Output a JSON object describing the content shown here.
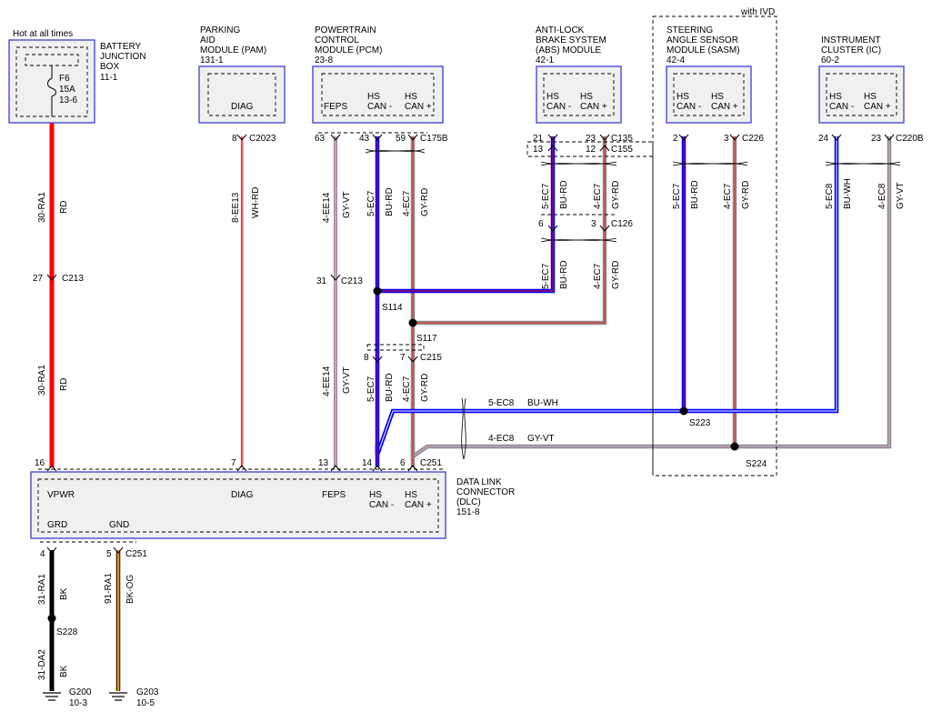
{
  "header": {
    "hot_note": "Hot at all times",
    "ivd_note": "with IVD"
  },
  "modules": {
    "bjb": {
      "title1": "BATTERY",
      "title2": "JUNCTION",
      "title3": "BOX",
      "ref": "11-1",
      "fuse": "F6",
      "amps": "15A",
      "fuse_ref": "13-6"
    },
    "pam": {
      "title1": "PARKING",
      "title2": "AID",
      "title3": "MODULE (PAM)",
      "ref": "131-1",
      "pin": "DIAG"
    },
    "pcm": {
      "title1": "POWERTRAIN",
      "title2": "CONTROL",
      "title3": "MODULE (PCM)",
      "ref": "23-8",
      "pin1": "FEPS",
      "pin2a": "HS",
      "pin2b": "CAN -",
      "pin3a": "HS",
      "pin3b": "CAN +"
    },
    "abs": {
      "title1": "ANTI-LOCK",
      "title2": "BRAKE SYSTEM",
      "title3": "(ABS) MODULE",
      "ref": "42-1",
      "pin1a": "HS",
      "pin1b": "CAN -",
      "pin2a": "HS",
      "pin2b": "CAN +"
    },
    "sasm": {
      "title1": "STEERING",
      "title2": "ANGLE SENSOR",
      "title3": "MODULE (SASM)",
      "ref": "42-4",
      "pin1a": "HS",
      "pin1b": "CAN -",
      "pin2a": "HS",
      "pin2b": "CAN +"
    },
    "ic": {
      "title1": "INSTRUMENT",
      "title2": "CLUSTER (IC)",
      "ref": "60-2",
      "pin1a": "HS",
      "pin1b": "CAN -",
      "pin2a": "HS",
      "pin2b": "CAN +"
    },
    "dlc": {
      "title1": "DATA LINK",
      "title2": "CONNECTOR",
      "title3": "(DLC)",
      "ref": "151-8",
      "vpwr": "VPWR",
      "diag": "DIAG",
      "feps": "FEPS",
      "canm_a": "HS",
      "canm_b": "CAN -",
      "canp_a": "HS",
      "canp_b": "CAN +",
      "grd": "GRD",
      "gnd": "GND"
    }
  },
  "connectors": {
    "c2023": "C2023",
    "c175b": "C175B",
    "c135": "C135",
    "c155": "C155",
    "c126": "C126",
    "c226": "C226",
    "c220b": "C220B",
    "c213a": "C213",
    "c213b": "C213",
    "c215": "C215",
    "c251a": "C251",
    "c251b": "C251"
  },
  "pins": {
    "p8": "8",
    "p63": "63",
    "p43": "43",
    "p59": "59",
    "p21": "21",
    "p23": "23",
    "p13": "13",
    "p12": "12",
    "p6": "6",
    "p3": "3",
    "p2": "2",
    "p3b": "3",
    "p24": "24",
    "p23b": "23",
    "p27": "27",
    "p31": "31",
    "p8b": "8",
    "p7": "7",
    "p16": "16",
    "p7b": "7",
    "p13b": "13",
    "p14": "14",
    "p6b": "6",
    "p4": "4",
    "p5": "5"
  },
  "wires": {
    "w1_id": "30-RA1",
    "w1_color": "RD",
    "w2_id": "30-RA1",
    "w2_color": "RD",
    "w3_id": "8-EE13",
    "w3_color": "WH-RD",
    "w4_id": "4-EE14",
    "w4_color": "GY-VT",
    "w5_id": "4-EE14",
    "w5_color": "GY-VT",
    "w6_id": "5-EC7",
    "w6_color": "BU-RD",
    "w7_id": "4-EC7",
    "w7_color": "GY-RD",
    "w8_id": "5-EC7",
    "w8_color": "BU-RD",
    "w9_id": "4-EC7",
    "w9_color": "GY-RD",
    "w10_id": "5-EC7",
    "w10_color": "BU-RD",
    "w11_id": "4-EC7",
    "w11_color": "GY-RD",
    "w12_id": "5-EC7",
    "w12_color": "BU-RD",
    "w13_id": "4-EC7",
    "w13_color": "GY-RD",
    "w14_id": "5-EC7",
    "w14_color": "BU-RD",
    "w15_id": "4-EC7",
    "w15_color": "GY-RD",
    "w16_id": "5-EC8",
    "w16_color": "BU-WH",
    "w17_id": "4-EC8",
    "w17_color": "GY-VT",
    "w18_id": "5-EC8",
    "w18_color": "BU-WH",
    "w19_id": "4-EC8",
    "w19_color": "GY-VT",
    "w20_id": "31-RA1",
    "w20_color": "BK",
    "w21_id": "31-DA2",
    "w21_color": "BK",
    "w22_id": "91-RA1",
    "w22_color": "BK-OG"
  },
  "splices": {
    "s114": "S114",
    "s117": "S117",
    "s223": "S223",
    "s224": "S224",
    "s228": "S228"
  },
  "grounds": {
    "g200": "G200",
    "g200_ref": "10-3",
    "g203": "G203",
    "g203_ref": "10-5"
  },
  "colors": {
    "red": "#ff0000",
    "wh_rd": "#ff3a3a",
    "gy_vt": "#c8a2c8",
    "blue": "#0000ff",
    "gy_rd_base": "#8a8a8a",
    "stripe_red": "#ff2020",
    "stripe_white": "#ffffff",
    "bk": "#000000",
    "orange": "#e89a00",
    "module_border": "#4a4ad8",
    "module_fill": "#f0f0f0"
  }
}
